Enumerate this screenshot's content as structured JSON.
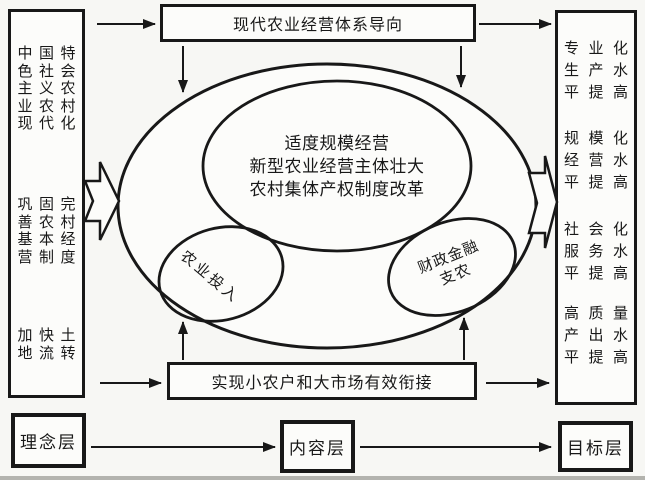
{
  "colors": {
    "stroke": "#181818",
    "background": "#f7f7f4",
    "box_fill": "#fcfcfa",
    "page_edge": "#b3b3ae"
  },
  "top_box": {
    "label": "现代农业经营体系导向"
  },
  "left_box": {
    "groups": [
      {
        "lines": [
          "中国特",
          "色社会",
          "主义农",
          "业农村",
          "现代化"
        ]
      },
      {
        "lines": [
          "巩固完",
          "善农村",
          "基本经",
          "营制度"
        ]
      },
      {
        "lines": [
          "加快土",
          "地流转"
        ]
      }
    ]
  },
  "right_box": {
    "groups": [
      {
        "lines": [
          "专业化",
          "生产水",
          "平提高"
        ]
      },
      {
        "lines": [
          "规模化",
          "经营水",
          "平提高"
        ]
      },
      {
        "lines": [
          "社会化",
          "服务水",
          "平提高"
        ]
      },
      {
        "lines": [
          "高质量",
          "产出水",
          "平提高"
        ]
      }
    ]
  },
  "center_ellipse": {
    "lines": [
      "适度规模经营",
      "新型农业经营主体壮大",
      "农村集体产权制度改革"
    ]
  },
  "small_ellipse_left": {
    "label": "农业投入"
  },
  "small_ellipse_right": {
    "lines": [
      "财政金融",
      "支农"
    ]
  },
  "bottom_box": {
    "label": "实现小农户和大市场有效衔接"
  },
  "layer_boxes": [
    {
      "label": "理念层"
    },
    {
      "label": "内容层"
    },
    {
      "label": "目标层"
    }
  ]
}
